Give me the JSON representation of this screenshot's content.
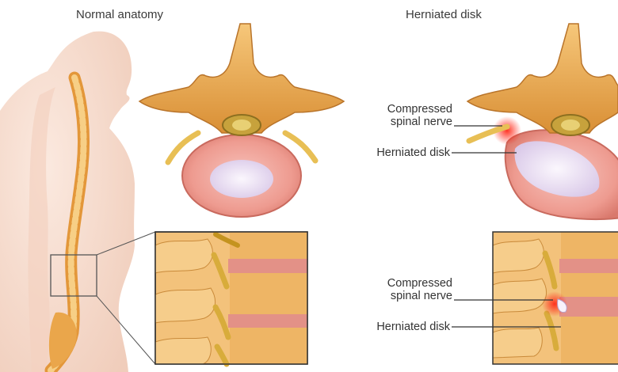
{
  "headings": {
    "normal": "Normal anatomy",
    "herniated": "Herniated disk"
  },
  "labels": {
    "top_nerve_line1": "Compressed",
    "top_nerve_line2": "spinal nerve",
    "top_disk": "Herniated disk",
    "bottom_nerve_line1": "Compressed",
    "bottom_nerve_line2": "spinal nerve",
    "bottom_disk": "Herniated disk"
  },
  "colors": {
    "skin": "#f6dccd",
    "bone": "#e9a84c",
    "disk_outer": "#e8938a",
    "nucleus": "#efe6f4",
    "nerve": "#e5b94b",
    "inflammation": "#e6403a"
  }
}
